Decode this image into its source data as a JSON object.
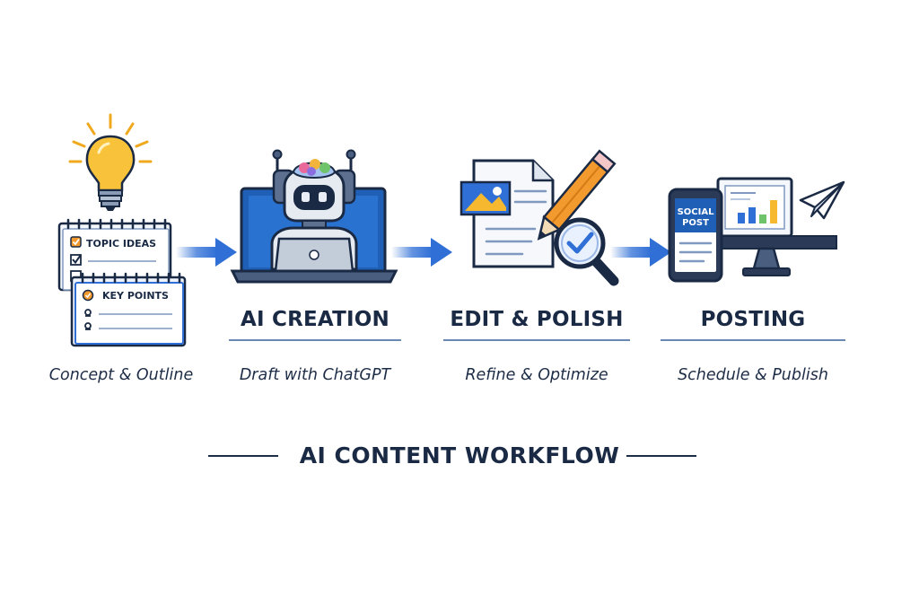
{
  "stages": [
    {
      "title": "",
      "subtitle": "Concept & Outline"
    },
    {
      "title": "AI CREATION",
      "subtitle": "Draft with ChatGPT"
    },
    {
      "title": "EDIT & POLISH",
      "subtitle": "Refine & Optimize"
    },
    {
      "title": "POSTING",
      "subtitle": "Schedule & Publish"
    }
  ],
  "notepads": {
    "topic": "TOPIC IDEAS",
    "key": "KEY POINTS"
  },
  "phone": {
    "line1": "SOCIAL",
    "line2": "POST"
  },
  "workflow_title": "AI CONTENT WORKFLOW",
  "colors": {
    "navy": "#1a2a44",
    "accent_blue": "#2f6fd6",
    "bulb_yellow": "#f5b82e",
    "pencil_orange": "#f29a2e",
    "screen_blue": "#1f5fb5"
  }
}
